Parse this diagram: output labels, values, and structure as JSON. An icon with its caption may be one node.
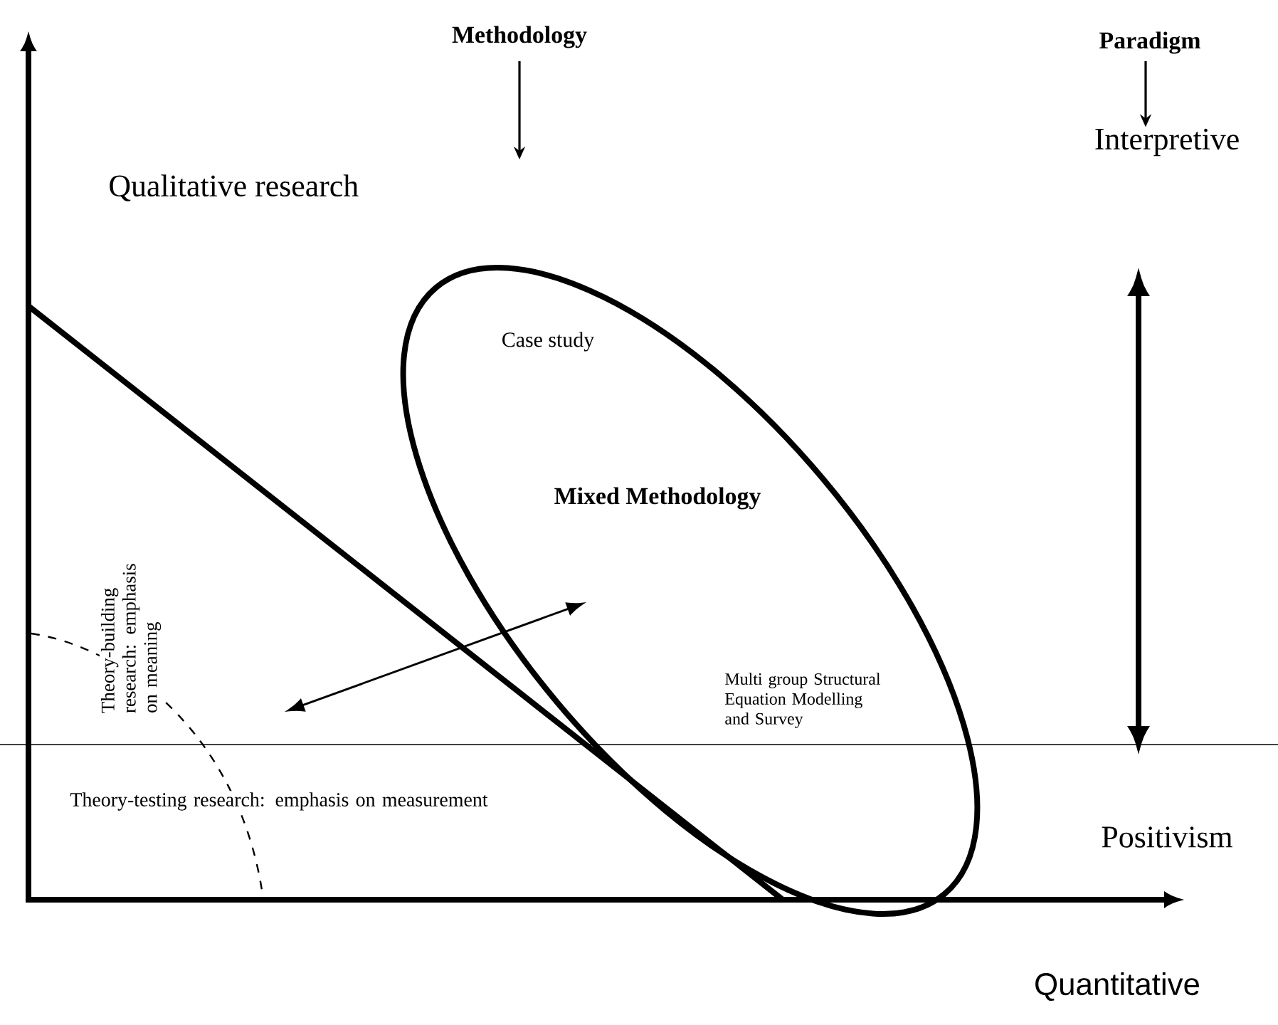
{
  "diagram": {
    "nodes": [
      {
        "text": [
          "Methodology"
        ]
      },
      {
        "text": [
          "Paradigm"
        ]
      },
      {
        "text": [
          "Interpretive"
        ]
      },
      {
        "text": [
          "Case study",
          "Mixed Methodology",
          "Multi group Structural Equation Modelling and Survey"
        ]
      }
    ],
    "edges": [
      {
        "from": 0,
        "to": null,
        "arrow": "to"
      },
      {
        "from": 1,
        "to": 2,
        "arrow": "to"
      }
    ],
    "labels": [
      "Qualitative research",
      "Theory-building research: emphasis on meaning",
      "Theory-testing research: emphasis on measurement",
      "Positivism",
      "Quantitative"
    ]
  }
}
